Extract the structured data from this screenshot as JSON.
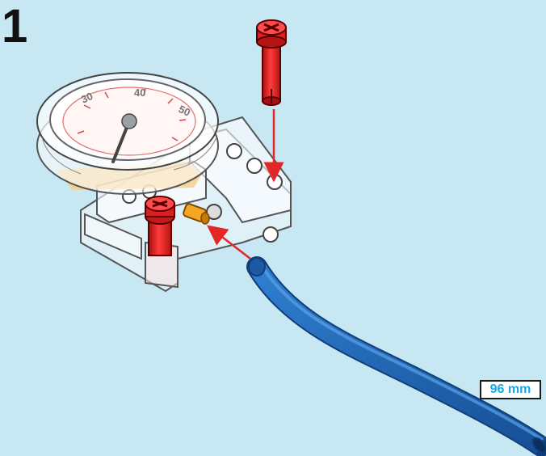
{
  "step": {
    "number": "1"
  },
  "gauge": {
    "dial_labels": [
      "30",
      "40",
      "50"
    ]
  },
  "tube": {
    "length_label": "96 mm"
  },
  "colors": {
    "background": "#c7e7f3",
    "pin_red": "#e01e1e",
    "tube_blue": "#1f63b3",
    "arrow_red": "#e32626",
    "connector_orange": "#f4a522",
    "length_text": "#1aa7e0"
  },
  "icons": [
    "red-pin-icon",
    "pneumatic-tube-icon",
    "pressure-gauge-icon",
    "red-arrow-icon"
  ]
}
